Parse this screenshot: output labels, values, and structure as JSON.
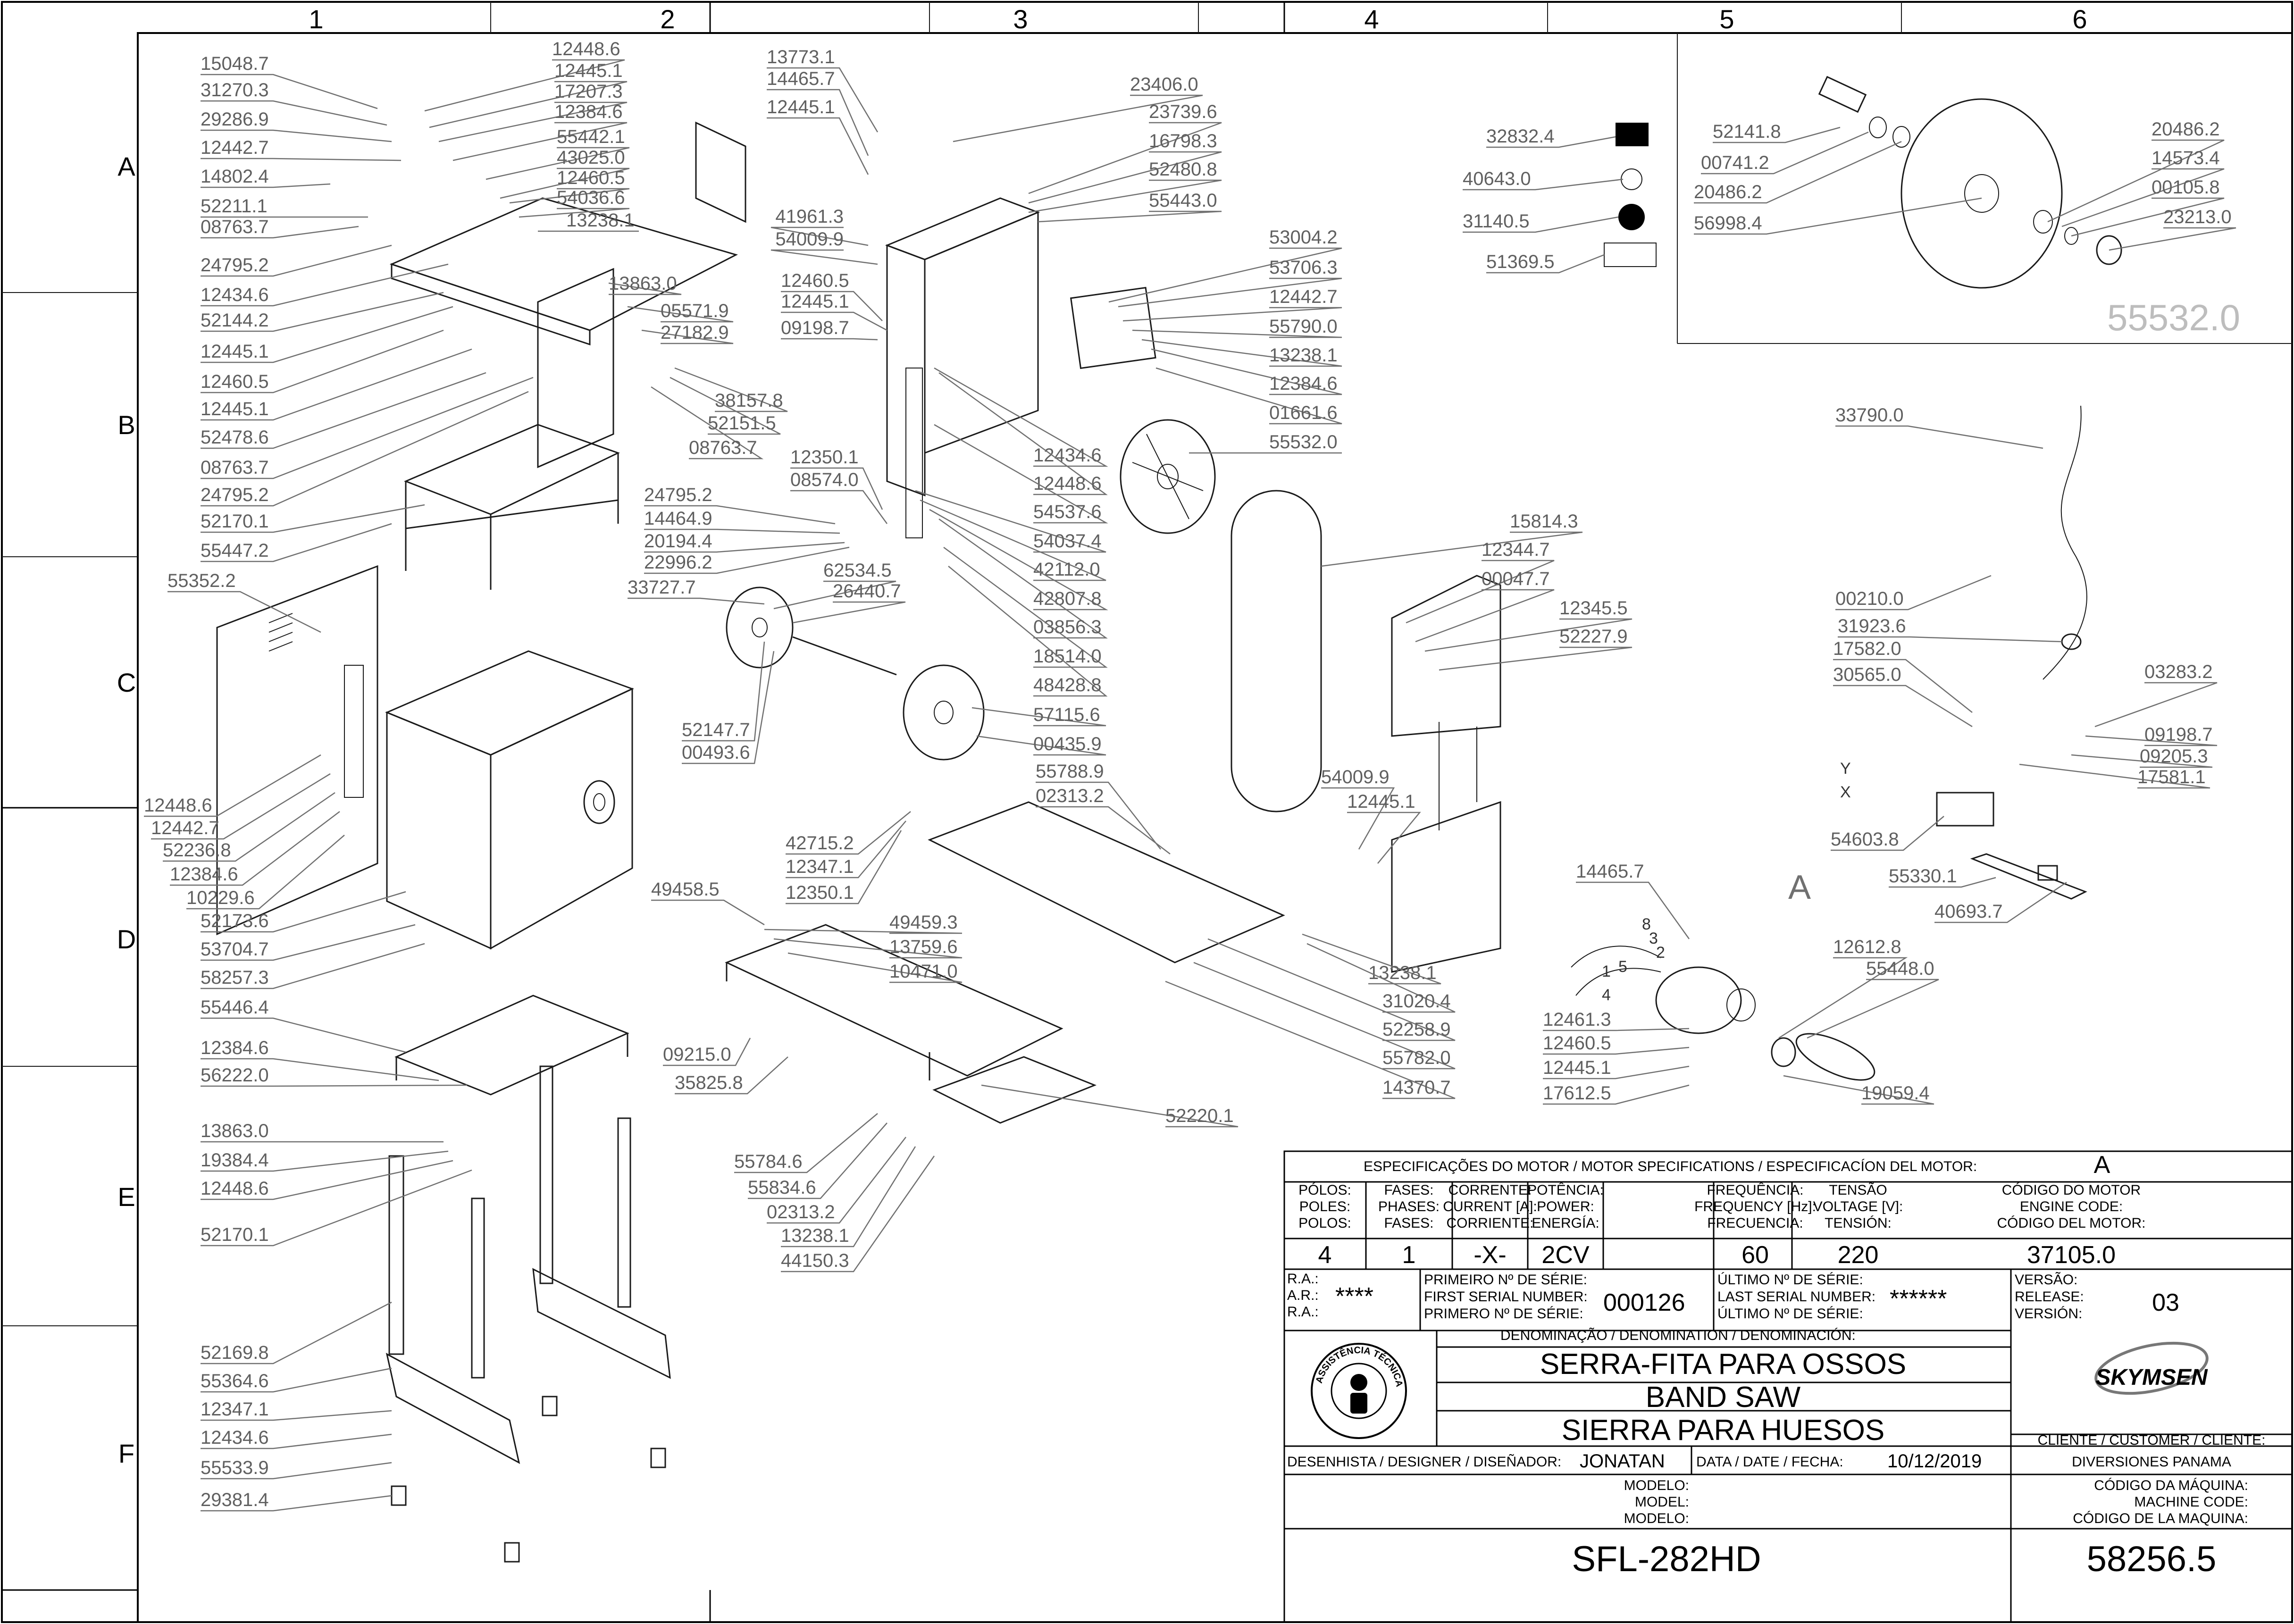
{
  "zones": {
    "columns": [
      "1",
      "2",
      "3",
      "4",
      "5",
      "6"
    ],
    "rows": [
      "A",
      "B",
      "C",
      "D",
      "E",
      "F"
    ]
  },
  "part_numbers": [
    "15048.7",
    "12448.6",
    "12445.1",
    "31270.3",
    "17207.3",
    "29286.9",
    "12384.6",
    "55442.1",
    "12442.7",
    "43025.0",
    "14802.4",
    "12460.5",
    "54036.6",
    "52211.1",
    "13238.1",
    "08763.7",
    "24795.2",
    "12434.6",
    "52144.2",
    "12445.1",
    "12460.5",
    "12445.1",
    "52478.6",
    "08763.7",
    "24795.2",
    "52170.1",
    "55447.2",
    "55352.2",
    "12448.6",
    "12442.7",
    "52236.8",
    "12384.6",
    "10229.6",
    "52173.6",
    "53704.7",
    "58257.3",
    "55446.4",
    "12384.6",
    "56222.0",
    "13863.0",
    "19384.4",
    "12448.6",
    "52170.1",
    "52169.8",
    "55364.6",
    "12347.1",
    "12434.6",
    "55533.9",
    "29381.4",
    "13773.1",
    "14465.7",
    "12445.1",
    "41961.3",
    "54009.9",
    "13863.0",
    "05571.9",
    "27182.9",
    "38157.8",
    "52151.5",
    "08763.7",
    "12460.5",
    "12445.1",
    "09198.7",
    "12350.1",
    "08574.0",
    "24795.2",
    "14464.9",
    "20194.4",
    "22996.2",
    "33727.7",
    "62534.5",
    "26440.7",
    "52147.7",
    "00493.6",
    "23406.0",
    "23739.6",
    "16798.3",
    "52480.8",
    "55443.0",
    "53004.2",
    "53706.3",
    "12442.7",
    "55790.0",
    "13238.1",
    "12384.6",
    "01661.6",
    "55532.0",
    "12434.6",
    "12448.6",
    "54537.6",
    "54037.4",
    "42112.0",
    "42807.8",
    "03856.3",
    "18514.0",
    "48428.8",
    "57115.6",
    "00435.9",
    "55788.9",
    "02313.2",
    "42715.2",
    "12347.1",
    "12350.1",
    "49458.5",
    "49459.3",
    "13759.6",
    "10471.0",
    "09215.0",
    "35825.8",
    "55784.6",
    "55834.6",
    "02313.2",
    "13238.1",
    "44150.3",
    "52220.1",
    "13238.1",
    "31020.4",
    "52258.9",
    "55782.0",
    "14370.7",
    "15814.3",
    "12344.7",
    "00047.7",
    "12345.5",
    "52227.9",
    "54009.9",
    "12445.1",
    "14465.7",
    "12461.3",
    "12460.5",
    "12445.1",
    "17612.5",
    "12612.8",
    "55448.0",
    "19059.4",
    "32832.4",
    "40643.0",
    "31140.5",
    "51369.5",
    "52141.8",
    "00741.2",
    "20486.2",
    "56998.4",
    "20486.2",
    "14573.4",
    "00105.8",
    "23213.0",
    "55532.0",
    "33790.0",
    "00210.0",
    "31923.6",
    "17582.0",
    "30565.0",
    "03283.2",
    "09198.7",
    "09205.3",
    "17581.1",
    "54603.8",
    "55330.1",
    "40693.7"
  ],
  "motor_wires": [
    "8",
    "3",
    "2",
    "1",
    "5",
    "4",
    "Y",
    "X"
  ],
  "detail_label": "A",
  "detail_code": "55532.0",
  "title_block": {
    "motor_spec_header": "ESPECIFICAÇÕES DO MOTOR / MOTOR SPECIFICATIONS / ESPECIFICACÍON DEL MOTOR:",
    "motor_spec_ref": "A",
    "headers": [
      [
        "PÓLOS:",
        "POLES:",
        "POLOS:"
      ],
      [
        "FASES:",
        "PHASES:",
        "FASES:"
      ],
      [
        "CORRENTE:",
        "CURRENT [A]:",
        "CORRIENTE:"
      ],
      [
        "POTÊNCIA:",
        "POWER:",
        "ENERGÍA:"
      ],
      [
        "FREQUÊNCIA:",
        "FREQUENCY [Hz]:",
        "FRECUENCIA:"
      ],
      [
        "TENSÃO",
        "VOLTAGE [V]:",
        "TENSIÓN:"
      ],
      [
        "CÓDIGO DO MOTOR",
        "ENGINE CODE:",
        "CÓDIGO DEL MOTOR:"
      ]
    ],
    "values": [
      "4",
      "1",
      "-X-",
      "2CV",
      "60",
      "220",
      "37105.0"
    ],
    "ra_labels": [
      "R.A.:",
      "A.R.:",
      "R.A.:"
    ],
    "ra_value": "****",
    "first_serial_labels": [
      "PRIMEIRO Nº DE SÉRIE:",
      "FIRST SERIAL NUMBER:",
      "PRIMERO Nº DE SÉRIE:"
    ],
    "first_serial_value": "000126",
    "last_serial_labels": [
      "ÚLTIMO Nº DE SÉRIE:",
      "LAST SERIAL NUMBER:",
      "ÚLTIMO Nº DE SÉRIE:"
    ],
    "last_serial_value": "******",
    "version_labels": [
      "VERSÃO:",
      "RELEASE:",
      "VERSIÓN:"
    ],
    "version_value": "03",
    "denomination_label": "DENOMINAÇÃO / DENOMINATION / DENOMINACIÓN:",
    "names": [
      "SERRA-FITA PARA OSSOS",
      "BAND SAW",
      "SIERRA PARA HUESOS"
    ],
    "brand": "SKYMSEN",
    "seal_text": "ASSISTÊNCIA TÉCNICA AUTORIZADA",
    "designer_label": "DESENHISTA / DESIGNER / DISEÑADOR:",
    "designer_value": "JONATAN",
    "date_label": "DATA / DATE / FECHA:",
    "date_value": "10/12/2019",
    "customer_label": "CLIENTE / CUSTOMER / CLIENTE:",
    "customer_value": "DIVERSIONES PANAMA",
    "model_labels": [
      "MODELO:",
      "MODEL:",
      "MODELO:"
    ],
    "machine_code_labels": [
      "CÓDIGO DA MÁQUINA:",
      "MACHINE CODE:",
      "CÓDIGO DE LA MAQUINA:"
    ],
    "model_value": "SFL-282HD",
    "machine_code_value": "58256.5"
  },
  "colors": {
    "line": "#1a1a1a",
    "label": "#606060",
    "frame": "#000000"
  }
}
